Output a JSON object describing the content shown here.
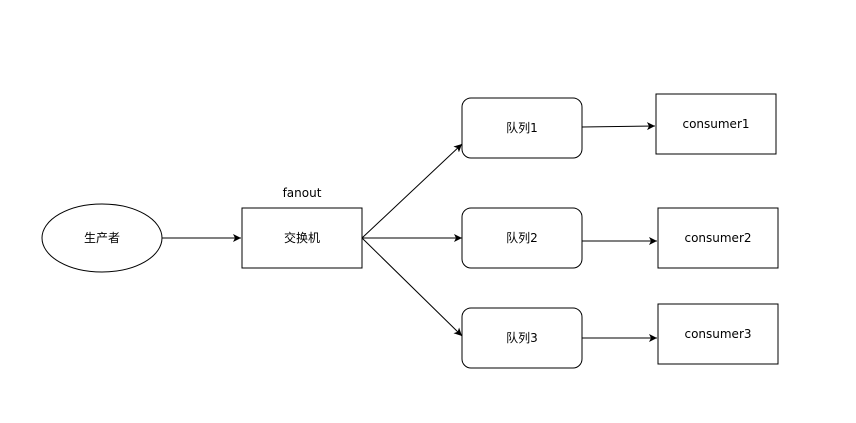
{
  "diagram": {
    "nodes": [
      {
        "id": "producer",
        "label": "生产者",
        "shape": "ellipse"
      },
      {
        "id": "exchange",
        "label": "交换机",
        "shape": "rect",
        "annotation": "fanout"
      },
      {
        "id": "queue1",
        "label": "队列1",
        "shape": "rounded-rect"
      },
      {
        "id": "queue2",
        "label": "队列2",
        "shape": "rounded-rect"
      },
      {
        "id": "queue3",
        "label": "队列3",
        "shape": "rounded-rect"
      },
      {
        "id": "consumer1",
        "label": "consumer1",
        "shape": "rect"
      },
      {
        "id": "consumer2",
        "label": "consumer2",
        "shape": "rect"
      },
      {
        "id": "consumer3",
        "label": "consumer3",
        "shape": "rect"
      }
    ],
    "edges": [
      {
        "from": "producer",
        "to": "exchange"
      },
      {
        "from": "exchange",
        "to": "queue1"
      },
      {
        "from": "exchange",
        "to": "queue2"
      },
      {
        "from": "exchange",
        "to": "queue3"
      },
      {
        "from": "queue1",
        "to": "consumer1"
      },
      {
        "from": "queue2",
        "to": "consumer2"
      },
      {
        "from": "queue3",
        "to": "consumer3"
      }
    ],
    "colors": {
      "stroke": "#000000",
      "fill": "#ffffff",
      "text": "#000000"
    }
  }
}
